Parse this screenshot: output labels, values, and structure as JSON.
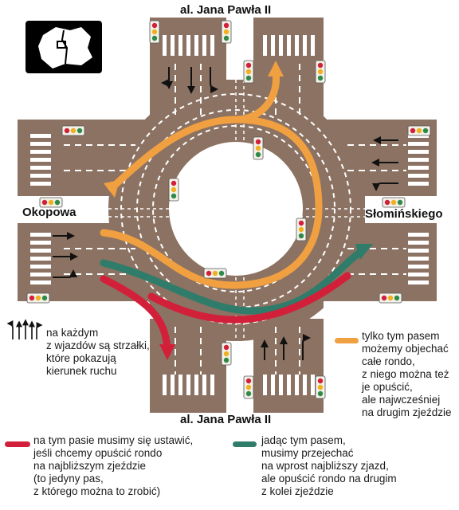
{
  "streets": {
    "north": "al. Jana Pawła II",
    "south": "al. Jana Pawła II",
    "west": "Okopowa",
    "east": "Słomińskiego"
  },
  "legend": {
    "arrows_note": "na każdym\nz wjazdów są strzałki,\nktóre pokazują\nkierunek ruchu",
    "orange": {
      "color": "#f0a040",
      "text": "tylko tym pasem\nmożemy objechać\ncałe rondo,\nz niego można też\nje opuścić,\nale najwcześniej\nna drugim zjeździe"
    },
    "red": {
      "color": "#d2203a",
      "text": "na tym pasie musimy się ustawić,\njeśli chcemy opuścić rondo\nna najbliższym zjeździe\n(to jedyny pas,\nz którego można to zrobić)"
    },
    "green": {
      "color": "#2f7c6a",
      "text": "jadąc tym pasem,\nmusimy przejechać\nna wprost najbliższy zjazd,\nale opuścić rondo na drugim\nz kolei zjeździe"
    }
  },
  "colors": {
    "road": "#8c7262",
    "island": "#ffffff",
    "marking": "#ffffff"
  },
  "icons": [
    "warsaw-map-icon",
    "traffic-light-icon",
    "direction-arrows-icon"
  ]
}
